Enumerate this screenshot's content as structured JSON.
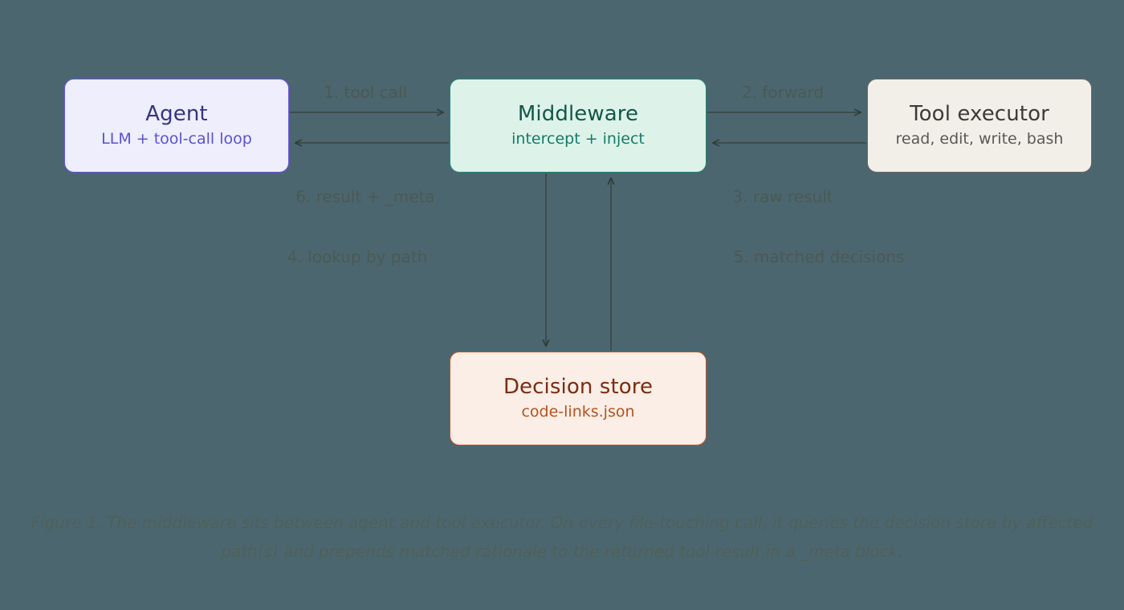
{
  "figure": {
    "background_color": "#4c6670",
    "caption": "Figure 1. The middleware sits between agent and tool executor. On every file-touching call, it queries the decision store by affected path(s) and prepends matched rationale to the returned tool result in a _meta block."
  },
  "nodes": [
    {
      "id": "agent",
      "title": "Agent",
      "subtitle": "LLM + tool-call loop",
      "fill": "#eeeefc",
      "border": "#6a56e8"
    },
    {
      "id": "middleware",
      "title": "Middleware",
      "subtitle": "intercept + inject",
      "fill": "#ddf3e9",
      "border": "#1f8a72"
    },
    {
      "id": "tool_executor",
      "title": "Tool executor",
      "subtitle": "read, edit, write, bash",
      "fill": "#f2efe9",
      "border": "#6d6b66"
    },
    {
      "id": "decision_store",
      "title": "Decision store",
      "subtitle": "code-links.json",
      "fill": "#fbeee6",
      "border": "#c0562a"
    }
  ],
  "edges": [
    {
      "step": 1,
      "label": "1. tool call",
      "from": "agent",
      "to": "middleware",
      "direction": "right"
    },
    {
      "step": 2,
      "label": "2. forward",
      "from": "middleware",
      "to": "tool_executor",
      "direction": "right"
    },
    {
      "step": 3,
      "label": "3. raw result",
      "from": "tool_executor",
      "to": "middleware",
      "direction": "left"
    },
    {
      "step": 4,
      "label": "4. lookup by path",
      "from": "middleware",
      "to": "decision_store",
      "direction": "down"
    },
    {
      "step": 5,
      "label": "5. matched decisions",
      "from": "decision_store",
      "to": "middleware",
      "direction": "up"
    },
    {
      "step": 6,
      "label": "6. result + _meta",
      "from": "middleware",
      "to": "agent",
      "direction": "left"
    }
  ],
  "edge_color": "#3a4a44"
}
